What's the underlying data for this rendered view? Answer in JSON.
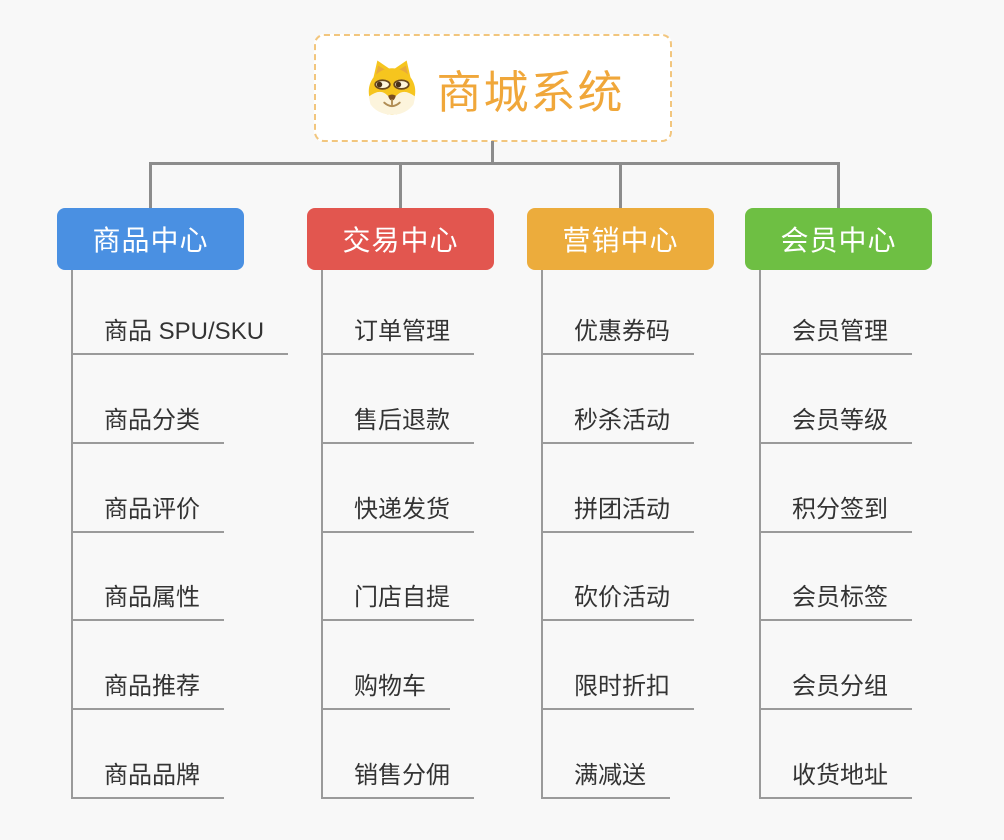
{
  "root": {
    "title": "商城系统",
    "icon": "shiba-dog-icon",
    "title_color": "#F0A73A",
    "border_color": "#F2C67E"
  },
  "branches": [
    {
      "slug": "product-center",
      "label": "商品中心",
      "color": "#4A90E2",
      "items": [
        "商品 SPU/SKU",
        "商品分类",
        "商品评价",
        "商品属性",
        "商品推荐",
        "商品品牌"
      ]
    },
    {
      "slug": "trade-center",
      "label": "交易中心",
      "color": "#E2564F",
      "items": [
        "订单管理",
        "售后退款",
        "快递发货",
        "门店自提",
        "购物车",
        "销售分佣"
      ]
    },
    {
      "slug": "marketing-center",
      "label": "营销中心",
      "color": "#ECAC3C",
      "items": [
        "优惠券码",
        "秒杀活动",
        "拼团活动",
        "砍价活动",
        "限时折扣",
        "满减送"
      ]
    },
    {
      "slug": "member-center",
      "label": "会员中心",
      "color": "#6EBF43",
      "items": [
        "会员管理",
        "会员等级",
        "积分签到",
        "会员标签",
        "会员分组",
        "收货地址"
      ]
    }
  ],
  "colors": {
    "connector": "#8C8C8C",
    "item_underline": "#9A9A9A",
    "item_text": "#333333",
    "background": "#F8F8F8"
  }
}
